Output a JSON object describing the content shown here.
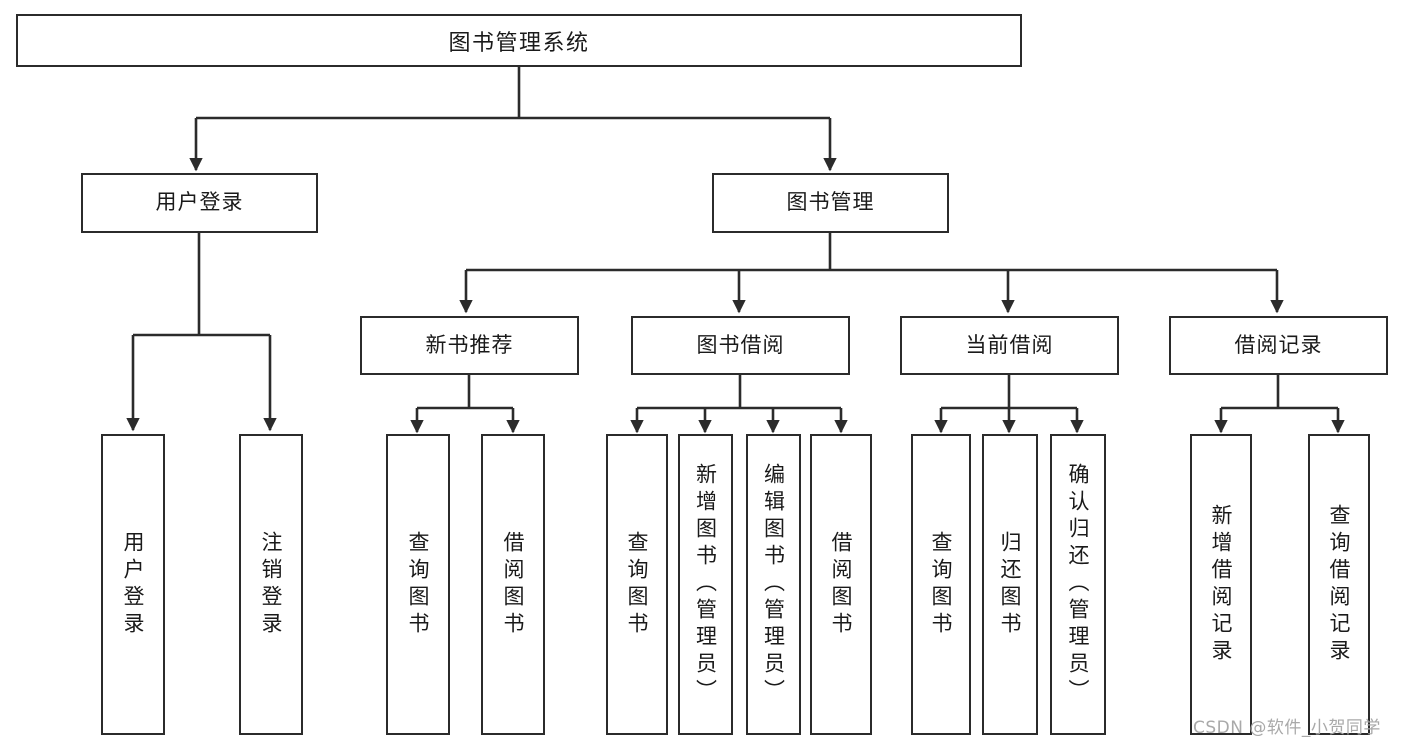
{
  "diagram": {
    "type": "tree-hierarchy",
    "title": "图书管理系统",
    "orientation": "top-down",
    "colors": {
      "stroke": "#2b2b2b",
      "fill": "#ffffff",
      "text": "#1a1a1a",
      "watermark": "#a9a9a9"
    },
    "root": {
      "label": "图书管理系统"
    },
    "level2": [
      {
        "label": "用户登录"
      },
      {
        "label": "图书管理"
      }
    ],
    "level3": [
      {
        "label": "新书推荐"
      },
      {
        "label": "图书借阅"
      },
      {
        "label": "当前借阅"
      },
      {
        "label": "借阅记录"
      }
    ],
    "leaves": {
      "user_login": [
        {
          "label": "用户登录"
        },
        {
          "label": "注销登录"
        }
      ],
      "new_book_recommend": [
        {
          "label": "查询图书"
        },
        {
          "label": "借阅图书"
        }
      ],
      "book_borrow": [
        {
          "label": "查询图书"
        },
        {
          "label": "新增图书（管理员）"
        },
        {
          "label": "编辑图书（管理员）"
        },
        {
          "label": "借阅图书"
        }
      ],
      "current_borrow": [
        {
          "label": "查询图书"
        },
        {
          "label": "归还图书"
        },
        {
          "label": "确认归还（管理员）"
        }
      ],
      "borrow_record": [
        {
          "label": "新增借阅记录"
        },
        {
          "label": "查询借阅记录"
        }
      ]
    },
    "watermark": "CSDN @软件_小贺同学"
  }
}
